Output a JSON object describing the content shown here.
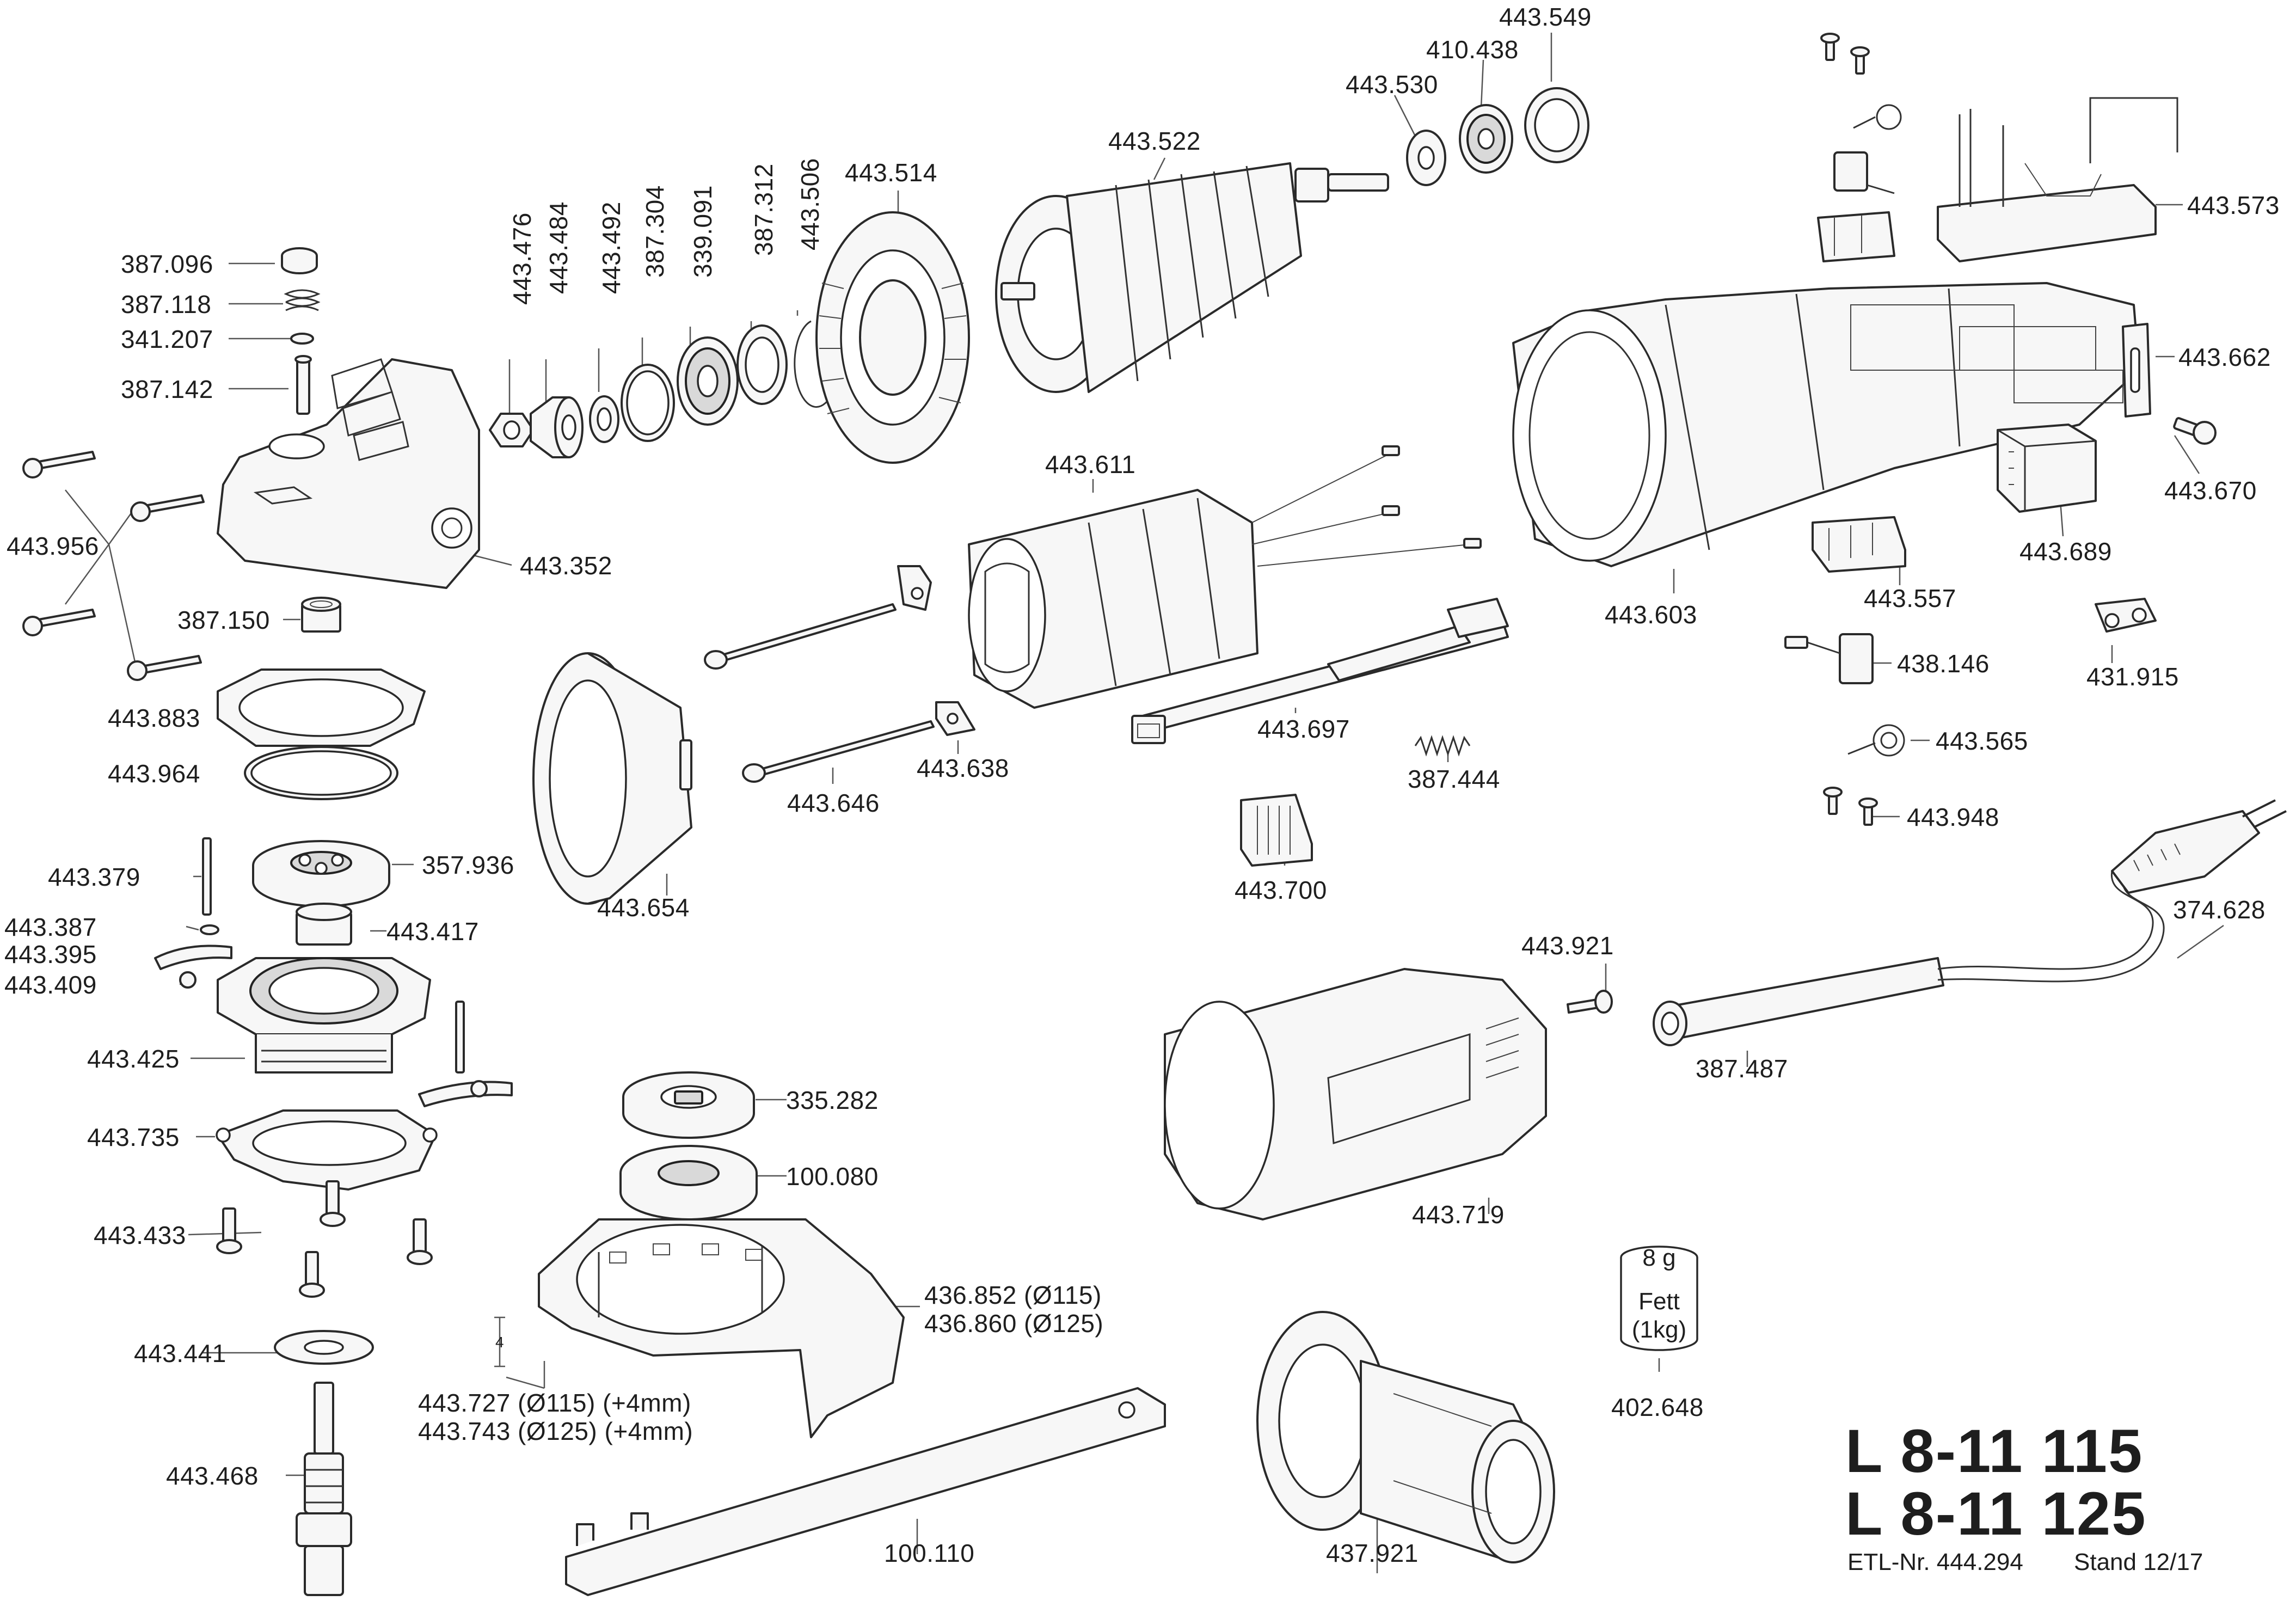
{
  "title": {
    "line1": "L 8-11 115",
    "line2": "L 8-11 125"
  },
  "footer": {
    "etl": "ETL-Nr. 444.294",
    "stand": "Stand 12/17"
  },
  "grease_can": {
    "weight": "8 g",
    "text_line1": "Fett",
    "text_line2": "(1kg)",
    "part_number": "402.648"
  },
  "guard_dimension": "4",
  "parts": {
    "p387096": "387.096",
    "p387118": "387.118",
    "p341207": "341.207",
    "p387142": "387.142",
    "p443956": "443.956",
    "p443352": "443.352",
    "p387150": "387.150",
    "p443883": "443.883",
    "p443964": "443.964",
    "p443379": "443.379",
    "p357936": "357.936",
    "p443387": "443.387",
    "p443417": "443.417",
    "p443395": "443.395",
    "p443409": "443.409",
    "p443425": "443.425",
    "p443735": "443.735",
    "p443433": "443.433",
    "p443441": "443.441",
    "p443468": "443.468",
    "p443476": "443.476",
    "p443484": "443.484",
    "p443492": "443.492",
    "p387304": "387.304",
    "p339091": "339.091",
    "p387312": "387.312",
    "p443506": "443.506",
    "p443514": "443.514",
    "p443522": "443.522",
    "p443530": "443.530",
    "p410438": "410.438",
    "p443549": "443.549",
    "p443573": "443.573",
    "p443662": "443.662",
    "p443670": "443.670",
    "p443689": "443.689",
    "p443603": "443.603",
    "p443557": "443.557",
    "p438146": "438.146",
    "p431915": "431.915",
    "p443565": "443.565",
    "p443948": "443.948",
    "p443611": "443.611",
    "p443697": "443.697",
    "p387444": "387.444",
    "p443646": "443.646",
    "p443638": "443.638",
    "p443654": "443.654",
    "p443700": "443.700",
    "p374628": "374.628",
    "p443921": "443.921",
    "p387487": "387.487",
    "p443719": "443.719",
    "p335282": "335.282",
    "p100080": "100.080",
    "p436852": "436.852 (Ø115)",
    "p436860": "436.860 (Ø125)",
    "p443727": "443.727 (Ø115) (+4mm)",
    "p443743": "443.743 (Ø125) (+4mm)",
    "p100110": "100.110",
    "p437921": "437.921"
  }
}
